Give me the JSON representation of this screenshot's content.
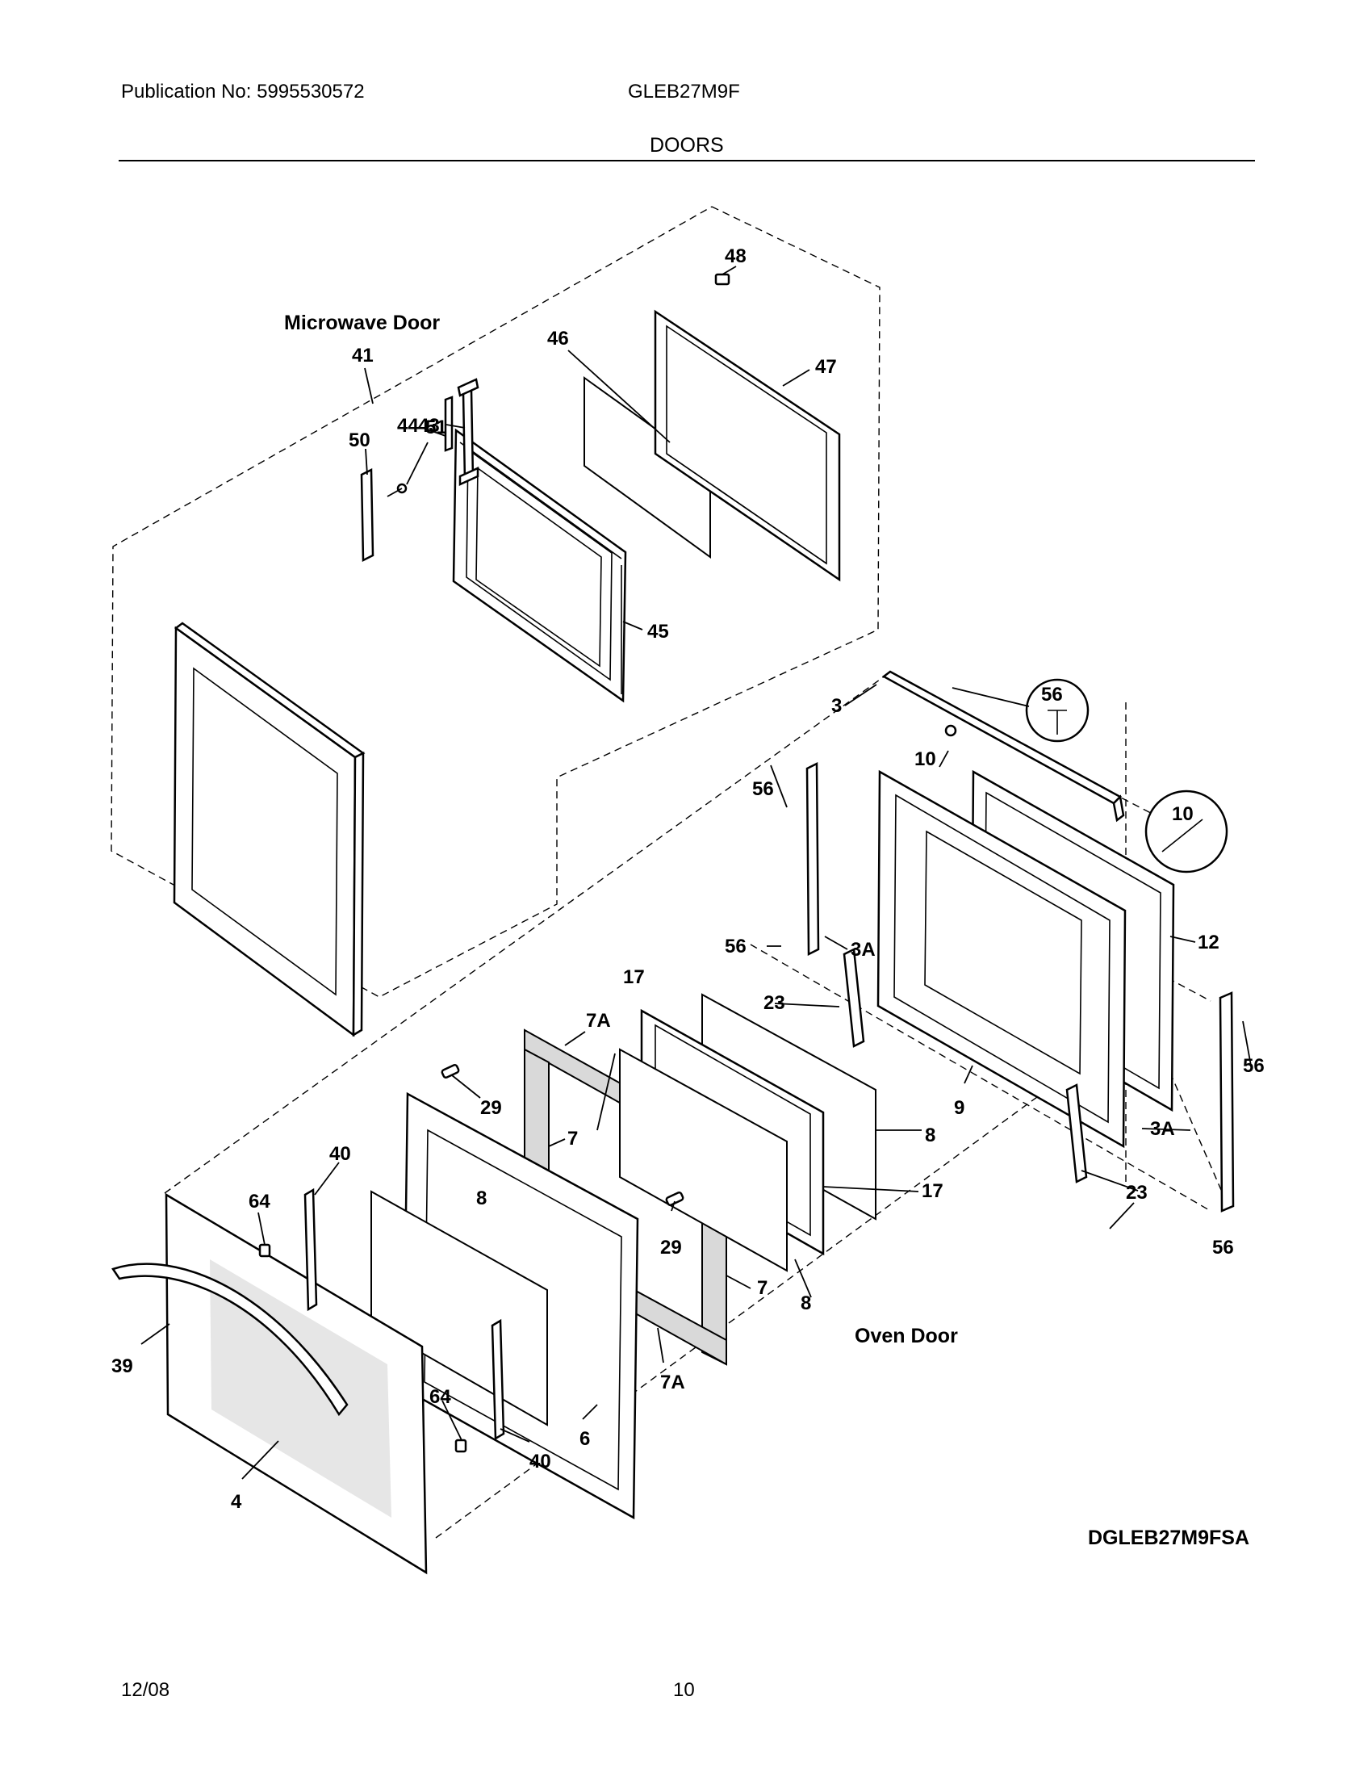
{
  "header": {
    "publication": "Publication No: 5995530572",
    "model": "GLEB27M9F",
    "section": "DOORS"
  },
  "footer": {
    "date": "12/08",
    "page": "10"
  },
  "diagram": {
    "code": "DGLEB27M9FSA",
    "groups": {
      "microwave_door": "Microwave Door",
      "oven_door": "Oven Door"
    },
    "callouts": [
      "48",
      "47",
      "46",
      "41",
      "50",
      "51",
      "45",
      "43",
      "44",
      "3",
      "56",
      "10",
      "12",
      "3A",
      "23",
      "9",
      "8",
      "17",
      "7A",
      "7",
      "29",
      "40",
      "64",
      "39",
      "4",
      "6"
    ]
  }
}
